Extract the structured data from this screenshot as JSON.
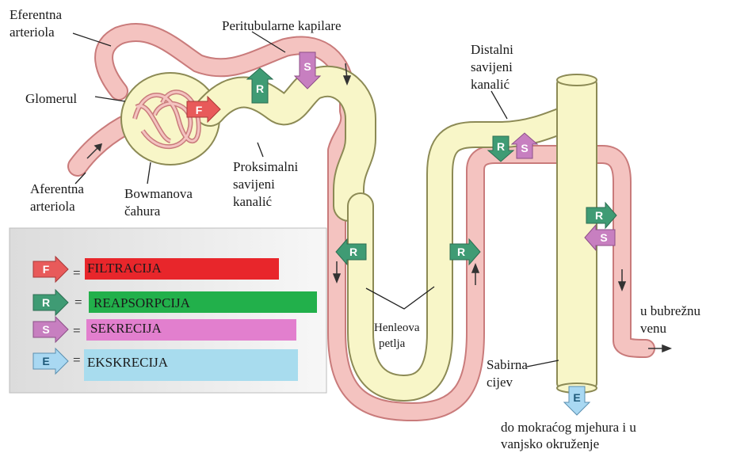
{
  "labels": {
    "eferentna": [
      "Eferentna",
      "arteriola"
    ],
    "peritubularne": "Peritubularne kapilare",
    "glomerul": "Glomerul",
    "aferentna": [
      "Aferentna",
      "arteriola"
    ],
    "bowmanova": [
      "Bowmanova",
      "čahura"
    ],
    "proksimalni": [
      "Proksimalni",
      "savijeni",
      "kanalić"
    ],
    "distalni": [
      "Distalni",
      "savijeni",
      "kanalić"
    ],
    "henleova": [
      "Henleova",
      "petlja"
    ],
    "bubrezna": [
      "u bubrežnu",
      "venu"
    ],
    "sabirna": [
      "Sabirna",
      "cijev"
    ],
    "mokracni": [
      "do mokraćog mjehura i u",
      "vanjsko okruženje"
    ]
  },
  "arrow_letters": {
    "F": "F",
    "R": "R",
    "S": "S",
    "E": "E"
  },
  "legend": [
    {
      "letter": "F",
      "eq": "=",
      "text": "FILTRACIJA",
      "arrow_color": "#e85a5a",
      "bar_color": "#e8262b"
    },
    {
      "letter": "R",
      "eq": "=",
      "text": "REAPSORPCIJA",
      "arrow_color": "#3f9b74",
      "bar_color": "#22b04b"
    },
    {
      "letter": "S",
      "eq": "=",
      "text": "SEKRECIJA",
      "arrow_color": "#c77fc0",
      "bar_color": "#e27fce"
    },
    {
      "letter": "E",
      "eq": "=",
      "text": "EKSKRECIJA",
      "arrow_color": "#a9d8f2",
      "bar_color": "#a8dcee"
    }
  ],
  "colors": {
    "vessel_fill": "#f4c3c0",
    "vessel_edge": "#c97b7b",
    "tubule_fill": "#f8f6c8",
    "tubule_edge": "#8c8a55",
    "legend_bg": "#ececec"
  }
}
